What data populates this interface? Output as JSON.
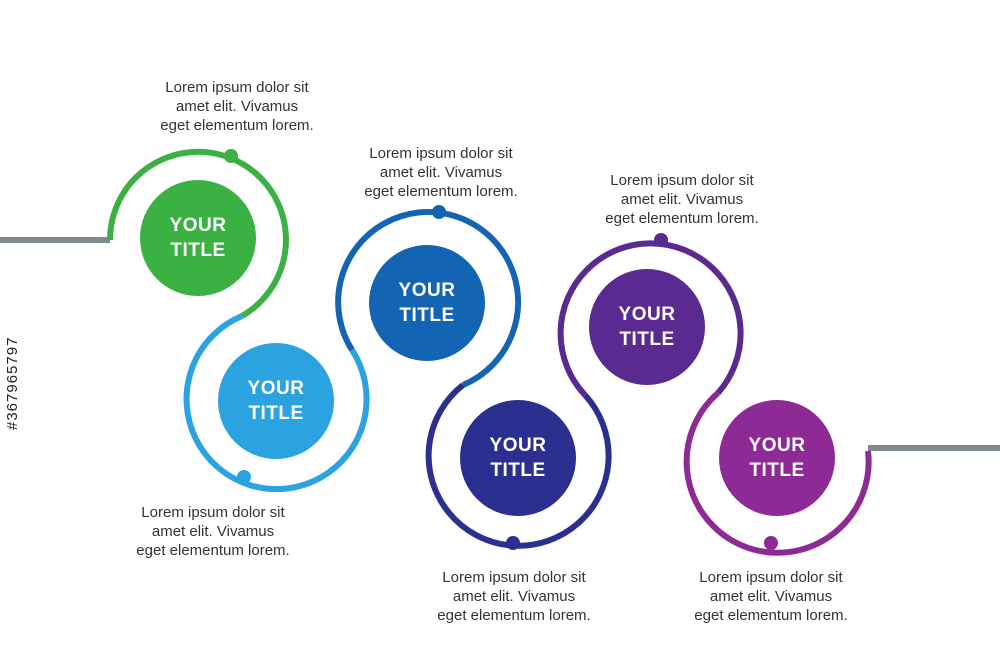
{
  "steps": [
    {
      "title": "YOUR\nTITLE",
      "color": "#3bb143",
      "description": "Lorem ipsum dolor sit\namet elit. Vivamus\neget elementum lorem."
    },
    {
      "title": "YOUR\nTITLE",
      "color": "#2aa3e0",
      "description": "Lorem ipsum dolor sit\namet elit. Vivamus\neget elementum lorem."
    },
    {
      "title": "YOUR\nTITLE",
      "color": "#1464b4",
      "description": "Lorem ipsum dolor sit\namet elit. Vivamus\neget elementum lorem."
    },
    {
      "title": "YOUR\nTITLE",
      "color": "#2b2f8f",
      "description": "Lorem ipsum dolor sit\namet elit. Vivamus\neget elementum lorem."
    },
    {
      "title": "YOUR\nTITLE",
      "color": "#5b2a90",
      "description": "Lorem ipsum dolor sit\namet elit. Vivamus\neget elementum lorem."
    },
    {
      "title": "YOUR\nTITLE",
      "color": "#8e2a96",
      "description": "Lorem ipsum dolor sit\namet elit. Vivamus\neget elementum lorem."
    }
  ],
  "connector_color": "#7d8a8f",
  "watermark_id": "#367965797"
}
